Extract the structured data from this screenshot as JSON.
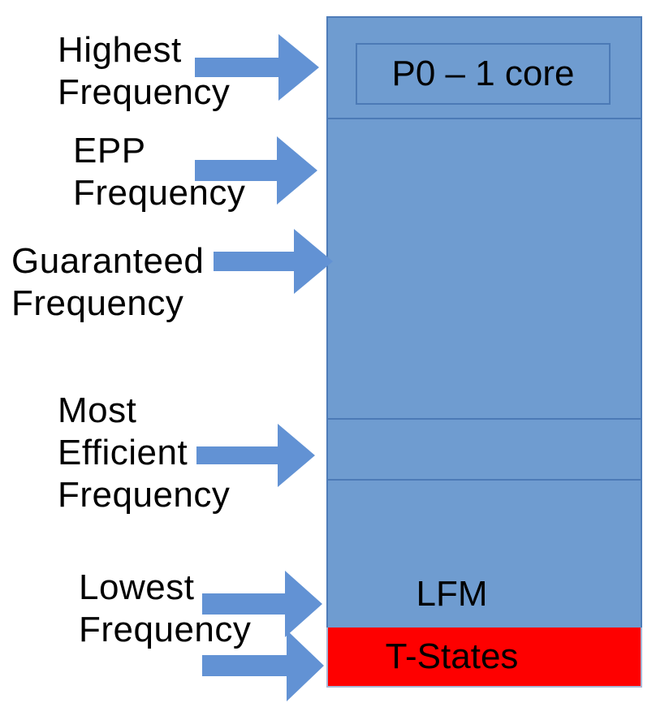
{
  "colors": {
    "background": "#FFFFFF",
    "bar_fill": "#6F9CD0",
    "bar_border": "#4E7CB8",
    "section_divider": "#4C7AB6",
    "arrow_fill": "#6292D4",
    "tstates_fill": "#FE0000",
    "tstates_border": "#A9B8D6",
    "text": "#000000"
  },
  "bar": {
    "p0_label": "P0 – 1 core",
    "lfm_label": "LFM",
    "tstates_label": "T-States"
  },
  "labels": {
    "highest": {
      "line1": "Highest",
      "line2": "Frequency"
    },
    "epp": {
      "line1": "EPP",
      "line2": "Frequency"
    },
    "guaranteed": {
      "line1": "Guaranteed",
      "line2": "Frequency"
    },
    "most_efficient": {
      "line1": "Most",
      "line2": "Efficient",
      "line3": "Frequency"
    },
    "lowest": {
      "line1": "Lowest",
      "line2": "Frequency"
    }
  }
}
